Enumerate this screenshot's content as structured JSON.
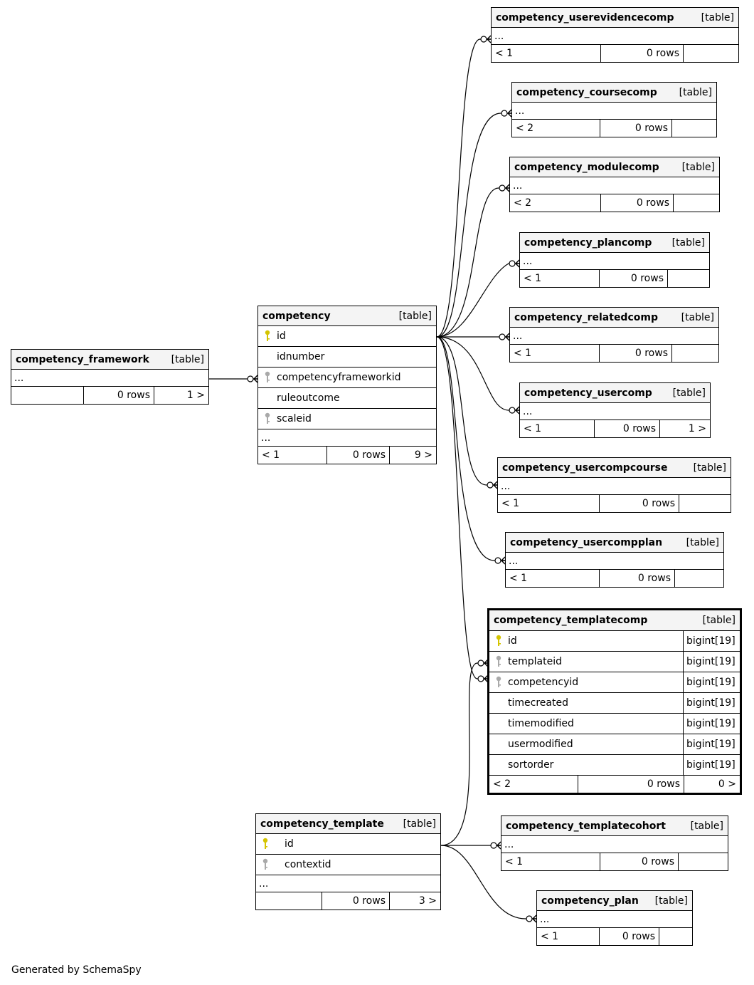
{
  "keys": {
    "pk_color": "#d4c400",
    "fk_color": "#a9a9a9"
  },
  "tables": {
    "competency_framework": {
      "name": "competency_framework",
      "type": "[table]",
      "ellipsis": "...",
      "parents": "",
      "rows": "0 rows",
      "children": "1 >"
    },
    "competency": {
      "name": "competency",
      "type": "[table]",
      "columns": [
        {
          "name": "id",
          "key": "pk-icon"
        },
        {
          "name": "idnumber",
          "key": ""
        },
        {
          "name": "competencyframeworkid",
          "key": "fk-icon"
        },
        {
          "name": "ruleoutcome",
          "key": ""
        },
        {
          "name": "scaleid",
          "key": "fk-icon"
        }
      ],
      "ellipsis": "...",
      "parents": "< 1",
      "rows": "0 rows",
      "children": "9 >"
    },
    "competency_userevidencecomp": {
      "name": "competency_userevidencecomp",
      "type": "[table]",
      "ellipsis": "...",
      "parents": "< 1",
      "rows": "0 rows",
      "children": ""
    },
    "competency_coursecomp": {
      "name": "competency_coursecomp",
      "type": "[table]",
      "ellipsis": "...",
      "parents": "< 2",
      "rows": "0 rows",
      "children": ""
    },
    "competency_modulecomp": {
      "name": "competency_modulecomp",
      "type": "[table]",
      "ellipsis": "...",
      "parents": "< 2",
      "rows": "0 rows",
      "children": ""
    },
    "competency_plancomp": {
      "name": "competency_plancomp",
      "type": "[table]",
      "ellipsis": "...",
      "parents": "< 1",
      "rows": "0 rows",
      "children": ""
    },
    "competency_relatedcomp": {
      "name": "competency_relatedcomp",
      "type": "[table]",
      "ellipsis": "...",
      "parents": "< 1",
      "rows": "0 rows",
      "children": ""
    },
    "competency_usercomp": {
      "name": "competency_usercomp",
      "type": "[table]",
      "ellipsis": "...",
      "parents": "< 1",
      "rows": "0 rows",
      "children": "1 >"
    },
    "competency_usercompcourse": {
      "name": "competency_usercompcourse",
      "type": "[table]",
      "ellipsis": "...",
      "parents": "< 1",
      "rows": "0 rows",
      "children": ""
    },
    "competency_usercompplan": {
      "name": "competency_usercompplan",
      "type": "[table]",
      "ellipsis": "...",
      "parents": "< 1",
      "rows": "0 rows",
      "children": ""
    },
    "competency_templatecomp": {
      "name": "competency_templatecomp",
      "type": "[table]",
      "columns": [
        {
          "name": "id",
          "key": "pk-icon",
          "dtype": "bigint[19]"
        },
        {
          "name": "templateid",
          "key": "fk-icon",
          "dtype": "bigint[19]"
        },
        {
          "name": "competencyid",
          "key": "fk-icon",
          "dtype": "bigint[19]"
        },
        {
          "name": "timecreated",
          "key": "",
          "dtype": "bigint[19]"
        },
        {
          "name": "timemodified",
          "key": "",
          "dtype": "bigint[19]"
        },
        {
          "name": "usermodified",
          "key": "",
          "dtype": "bigint[19]"
        },
        {
          "name": "sortorder",
          "key": "",
          "dtype": "bigint[19]"
        }
      ],
      "parents": "< 2",
      "rows": "0 rows",
      "children": "0 >"
    },
    "competency_template": {
      "name": "competency_template",
      "type": "[table]",
      "columns": [
        {
          "name": "id",
          "key": "pk-icon"
        },
        {
          "name": "contextid",
          "key": "fk-icon"
        }
      ],
      "ellipsis": "...",
      "parents": "",
      "rows": "0 rows",
      "children": "3 >"
    },
    "competency_templatecohort": {
      "name": "competency_templatecohort",
      "type": "[table]",
      "ellipsis": "...",
      "parents": "< 1",
      "rows": "0 rows",
      "children": ""
    },
    "competency_plan": {
      "name": "competency_plan",
      "type": "[table]",
      "ellipsis": "...",
      "parents": "< 1",
      "rows": "0 rows",
      "children": ""
    }
  },
  "footer": {
    "generated": "Generated by SchemaSpy"
  }
}
